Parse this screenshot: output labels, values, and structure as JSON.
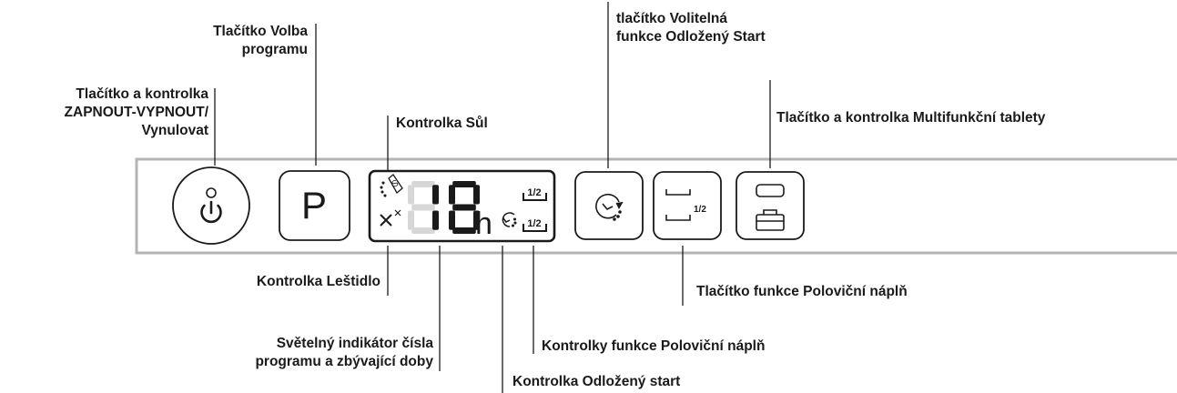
{
  "labels": {
    "power": [
      "Tlačítko a kontrolka",
      "ZAPNOUT-VYPNOUT/",
      "Vynulovat"
    ],
    "program_select": [
      "Tlačítko Volba",
      "programu"
    ],
    "salt": "Kontrolka Sůl",
    "delay_button": [
      "tlačítko Volitelná",
      "funkce Odložený Start"
    ],
    "multitab": "Tlačítko a kontrolka Multifunkční tablety",
    "rinse_aid": "Kontrolka Leštidlo",
    "half_load_button": "Tlačítko funkce Poloviční náplň",
    "display": [
      "Světelný indikátor čísla",
      "programu a zbývající doby"
    ],
    "half_load_lights": "Kontrolky funkce Poloviční náplň",
    "delay_light": "Kontrolka Odložený start"
  },
  "panel": {
    "program_letter": "P",
    "display_number": "18",
    "display_unit": "h",
    "half_fraction": "1/2",
    "half_button_fraction": "1/2"
  },
  "icons": [
    "power-icon",
    "salt-icon",
    "rinse-aid-icon",
    "delay-clock-icon",
    "half-load-icon",
    "multitab-icon"
  ],
  "colors": {
    "line": "#1a1a1a",
    "panel_border": "#b4b4b4",
    "segment_off": "#d7d7d7"
  }
}
